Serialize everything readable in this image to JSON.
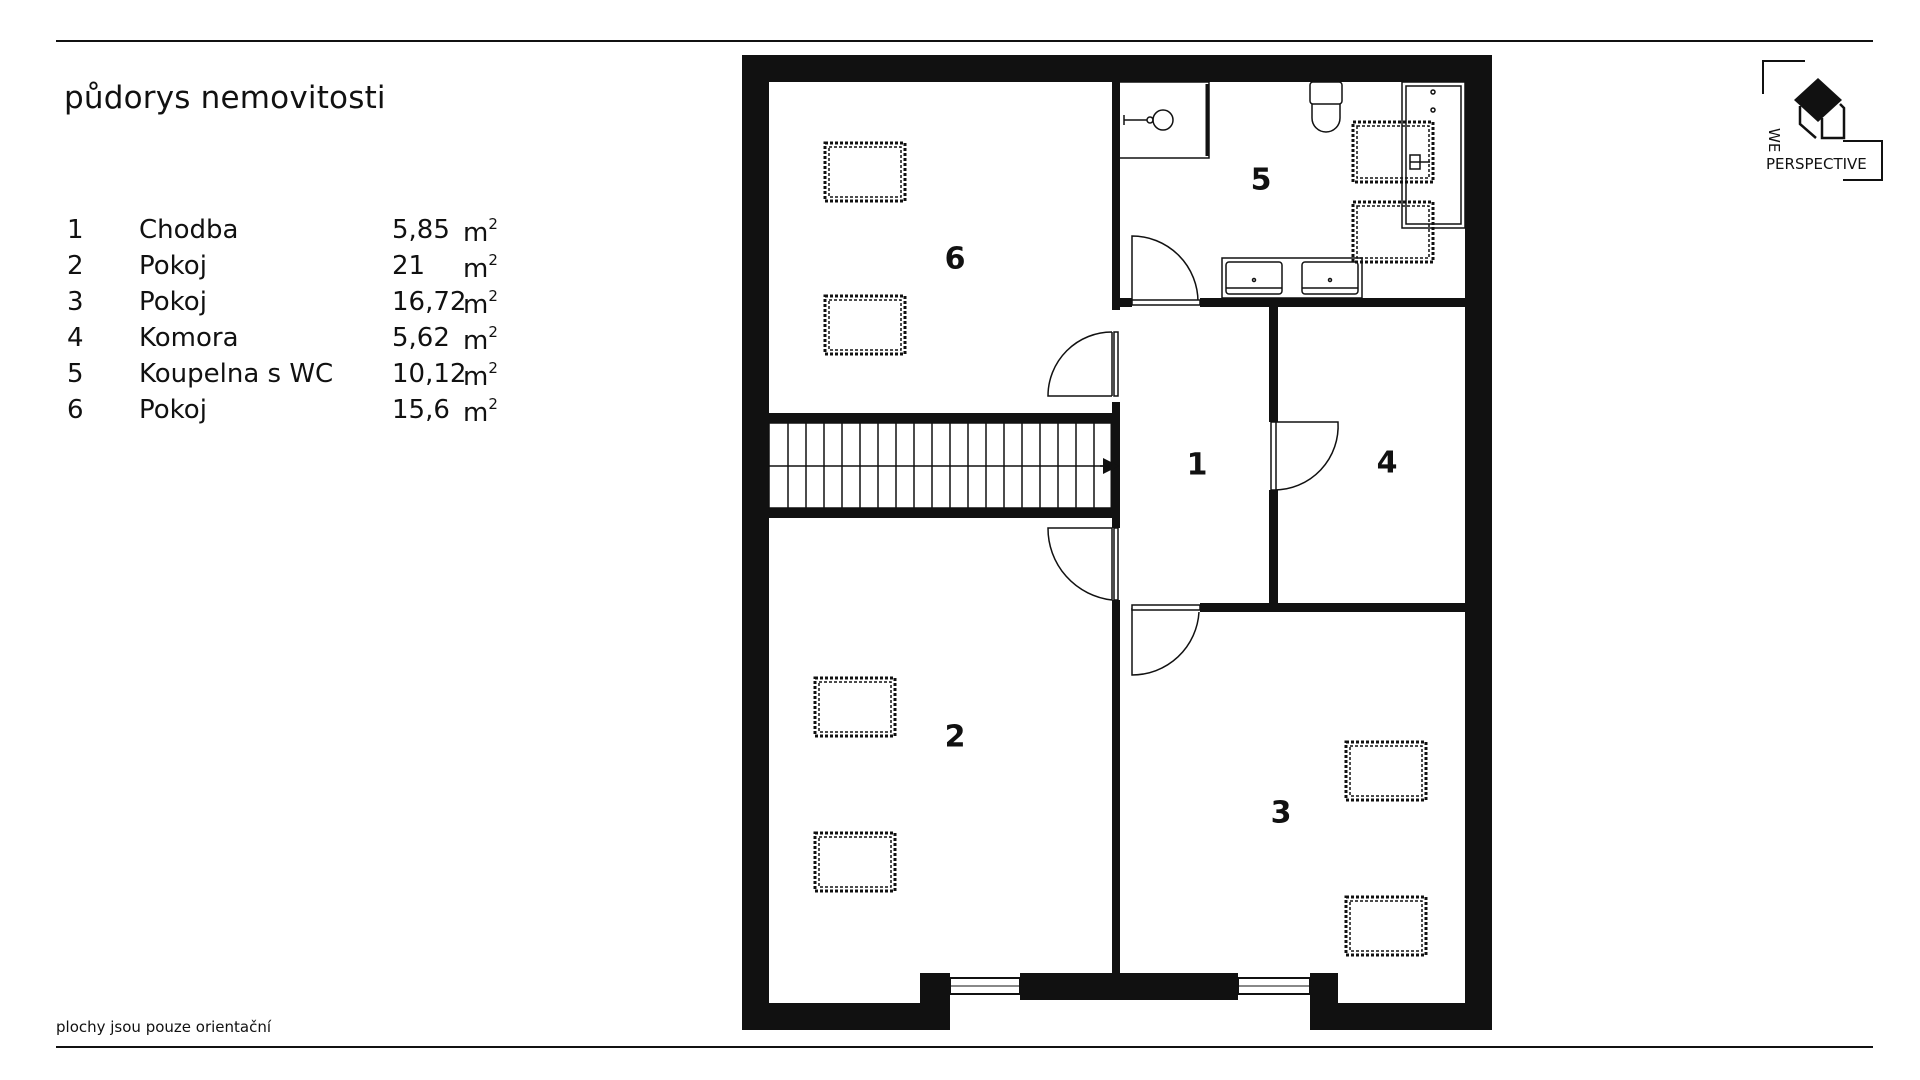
{
  "title": "půdorys nemovitosti",
  "rooms": [
    {
      "number": "1",
      "name": "Chodba",
      "area": "5,85",
      "unit": "m",
      "unit_sup": "2"
    },
    {
      "number": "2",
      "name": "Pokoj",
      "area": "21",
      "unit": "m",
      "unit_sup": "2"
    },
    {
      "number": "3",
      "name": "Pokoj",
      "area": "16,72",
      "unit": "m",
      "unit_sup": "2"
    },
    {
      "number": "4",
      "name": "Komora",
      "area": "5,62",
      "unit": "m",
      "unit_sup": "2"
    },
    {
      "number": "5",
      "name": "Koupelna s WC",
      "area": "10,12",
      "unit": "m",
      "unit_sup": "2"
    },
    {
      "number": "6",
      "name": "Pokoj",
      "area": "15,6",
      "unit": "m",
      "unit_sup": "2"
    }
  ],
  "plan_labels": {
    "room1": "1",
    "room2": "2",
    "room3": "3",
    "room4": "4",
    "room5": "5",
    "room6": "6"
  },
  "footnote": "plochy jsou pouze orientační",
  "logo": {
    "line1": "WE",
    "line2": "PERSPECTIVE",
    "icon": "house-icon"
  },
  "colors": {
    "ink": "#111111",
    "background": "#ffffff"
  }
}
